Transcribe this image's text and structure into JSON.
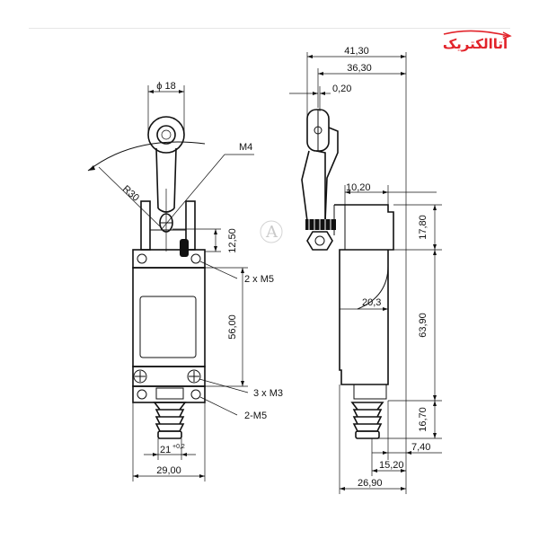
{
  "brand": {
    "logo_text": "آتاالکتریک",
    "accent_color": "#e2232a",
    "watermark_letter": "A"
  },
  "front_view": {
    "roller_diameter": "ϕ 18",
    "arm_radius": "R30",
    "arm_thread": "M4",
    "arm_height": "12,50",
    "mount_holes": "2 x M5",
    "body_height": "56,00",
    "cover_screws": "3 x M3",
    "conduit_thread": "2-M5",
    "plunger_width": "21",
    "plunger_tolerance": "+0,2",
    "body_width": "29,00"
  },
  "side_view": {
    "overall_depth": "41,30",
    "roller_offset": "36,30",
    "roller_gap": "0,20",
    "arm_offset": "10,20",
    "head_height": "17,80",
    "bend_radius": "20,3",
    "body_height": "63,90",
    "plunger_height": "16,70",
    "plunger_offset": "7,40",
    "plunger_depth": "15,20",
    "base_depth": "26,90"
  }
}
